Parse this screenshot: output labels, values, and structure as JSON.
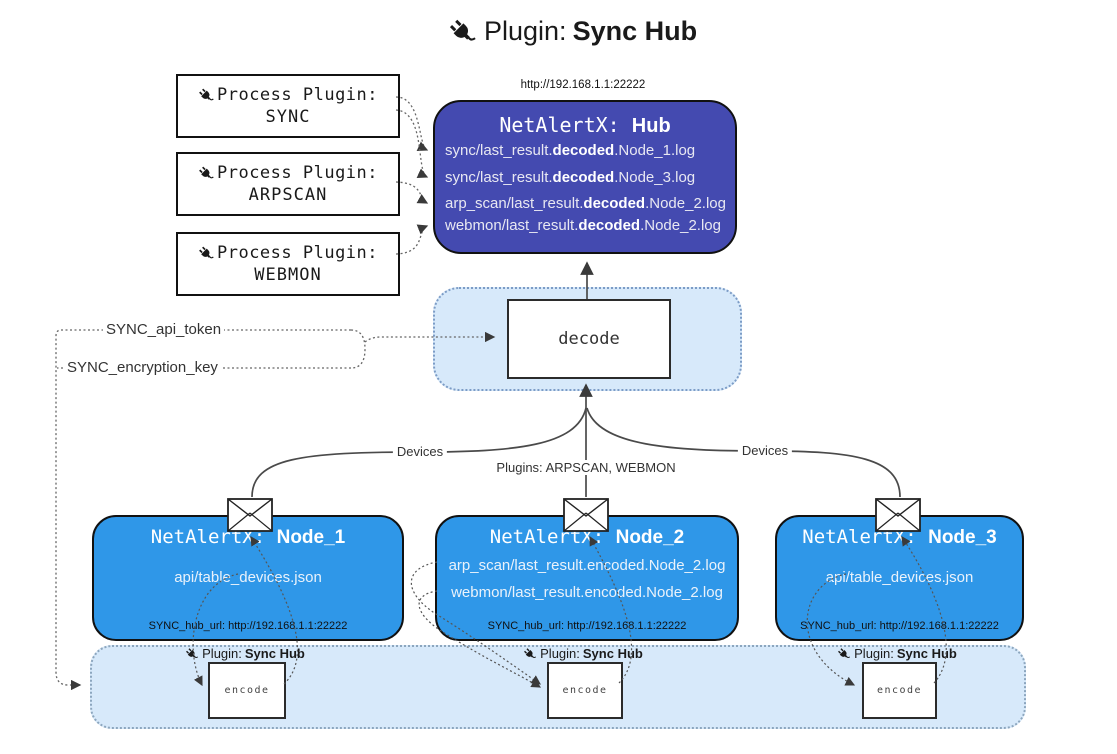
{
  "title": {
    "prefix": "Plugin:",
    "name": "Sync Hub"
  },
  "hub": {
    "url": "http://192.168.1.1:22222",
    "title_prefix": "NetAlertX:",
    "title_name": "Hub",
    "logs": [
      {
        "pre": "sync/last_result.",
        "bold": "decoded",
        "post": ".Node_1.log"
      },
      {
        "pre": "sync/last_result.",
        "bold": "decoded",
        "post": ".Node_3.log"
      },
      {
        "pre": "arp_scan/last_result.",
        "bold": "decoded",
        "post": ".Node_2.log"
      },
      {
        "pre": "webmon/last_result.",
        "bold": "decoded",
        "post": ".Node_2.log"
      }
    ]
  },
  "process_plugins": [
    {
      "label": "Process Plugin:",
      "name": "SYNC"
    },
    {
      "label": "Process Plugin:",
      "name": "ARPSCAN"
    },
    {
      "label": "Process Plugin:",
      "name": "WEBMON"
    }
  ],
  "tokens": {
    "api_token": "SYNC_api_token",
    "encryption_key": "SYNC_encryption_key"
  },
  "decode": {
    "label": "decode"
  },
  "edges": {
    "devices_left": "Devices",
    "plugins_center": "Plugins: ARPSCAN, WEBMON",
    "devices_right": "Devices"
  },
  "nodes": [
    {
      "title_prefix": "NetAlertX:",
      "title_name": "Node_1",
      "files": [
        "api/table_devices.json"
      ],
      "hub_url": "SYNC_hub_url: http://192.168.1.1:22222"
    },
    {
      "title_prefix": "NetAlertX:",
      "title_name": "Node_2",
      "files": [
        "arp_scan/last_result.encoded.Node_2.log",
        "webmon/last_result.encoded.Node_2.log"
      ],
      "hub_url": "SYNC_hub_url: http://192.168.1.1:22222"
    },
    {
      "title_prefix": "NetAlertX:",
      "title_name": "Node_3",
      "files": [
        "api/table_devices.json"
      ],
      "hub_url": "SYNC_hub_url: http://192.168.1.1:22222"
    }
  ],
  "encoders": [
    {
      "label_prefix": "Plugin:",
      "label_name": "Sync Hub",
      "box_label": "encode"
    },
    {
      "label_prefix": "Plugin:",
      "label_name": "Sync Hub",
      "box_label": "encode"
    },
    {
      "label_prefix": "Plugin:",
      "label_name": "Sync Hub",
      "box_label": "encode"
    }
  ],
  "colors": {
    "hub_fill": "#444AB0",
    "node_fill": "#2F97E8",
    "panel_fill": "#D7E9FA"
  }
}
